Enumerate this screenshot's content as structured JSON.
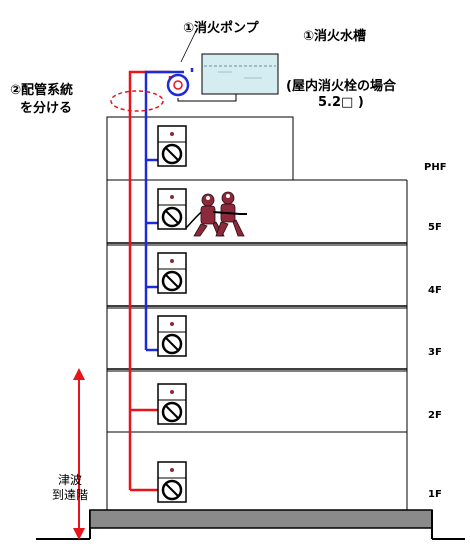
{
  "labels": {
    "pump": "①消火ポンプ",
    "tank_title": "①消火水槽",
    "tank_line2": "(屋内消火栓の場合",
    "tank_line3": "5.2□ )",
    "separate_line1": "②配管系統",
    "separate_line2": "を分ける",
    "tsunami_line1": "津波",
    "tsunami_line2": "到達階"
  },
  "floors": [
    "PHF",
    "5F",
    "4F",
    "3F",
    "2F",
    "1F"
  ],
  "colors": {
    "red_pipe": "#e8141b",
    "blue_pipe": "#1f2bd6",
    "building_line": "#000000",
    "water": "#d5ecf1",
    "ground": "#8a8a8a",
    "firefighter": "#8c2a3c"
  },
  "icons": {
    "hydrant": "fire-hydrant-cabinet-icon",
    "pump": "pump-icon",
    "tank": "water-tank-icon",
    "firefighter": "firefighter-icon"
  }
}
